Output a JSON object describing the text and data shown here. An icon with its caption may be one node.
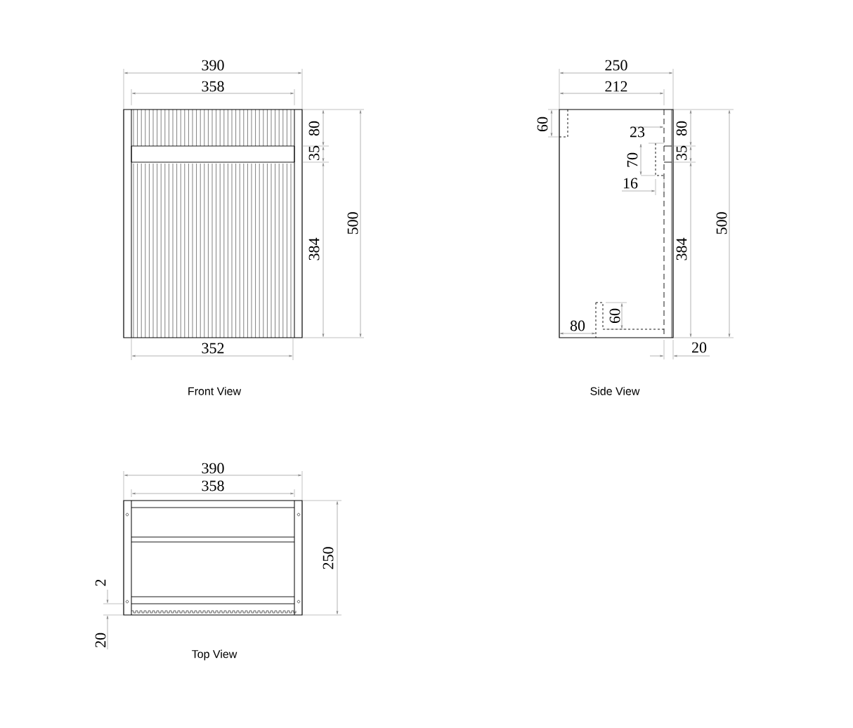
{
  "diagram": {
    "labels": [
      "390",
      "250",
      "358",
      "212",
      "80",
      "60",
      "23",
      "80",
      "35",
      "70",
      "35",
      "16",
      "500",
      "500",
      "384",
      "384",
      "80",
      "60",
      "352",
      "20",
      "Front View",
      "Side View",
      "390",
      "358",
      "250",
      "2",
      "20",
      "Top View"
    ]
  }
}
